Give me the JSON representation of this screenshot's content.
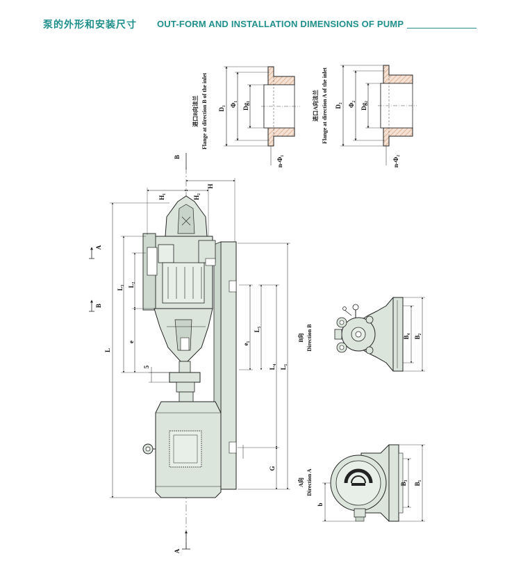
{
  "header": {
    "title_cn": "泵的外形和安装尺寸",
    "title_en": "OUT-FORM AND INSTALLATION DIMENSIONS OF PUMP"
  },
  "colors": {
    "accent": "#1f8f8c",
    "body_fill": "#dbe5dc",
    "hatch": "#d8a98a",
    "line": "#222222"
  },
  "flange_b": {
    "caption_cn": "进口B向法兰",
    "caption_en": "Flange at direction B of the inlet",
    "dim_outer": "D₁",
    "dim_bolt": "Φ₁",
    "dim_bore": "Dg₁",
    "dim_holes": "n-Φ₁"
  },
  "flange_a": {
    "caption_cn": "进口A向法兰",
    "caption_en": "Flange at direction A of the inlet",
    "dim_outer": "D₂",
    "dim_bolt": "Φ₂",
    "dim_bore": "Dg₂",
    "dim_holes": "n-Φ₂"
  },
  "main_view": {
    "view_a_top": "A",
    "view_a_bottom": "A",
    "view_b_top": "B",
    "view_b_mid": "B",
    "dim_L": "L",
    "dim_L1": "L₁",
    "dim_L2": "L₂",
    "dim_L3": "L₃",
    "dim_L4": "L₄",
    "dim_L5": "L₅",
    "dim_e": "e",
    "dim_e1": "e₁",
    "dim_5": "5",
    "dim_G": "G",
    "dim_H": "H",
    "dim_H1": "H₁",
    "dim_H2": "H₂"
  },
  "view_b": {
    "caption_cn": "B向",
    "caption_en": "Direction B",
    "dim_B4": "B₄",
    "dim_B2": "B₂"
  },
  "view_a": {
    "caption_cn": "A向",
    "caption_en": "Direction A",
    "dim_B3": "B₃",
    "dim_B1": "B₁",
    "dim_b": "b"
  }
}
